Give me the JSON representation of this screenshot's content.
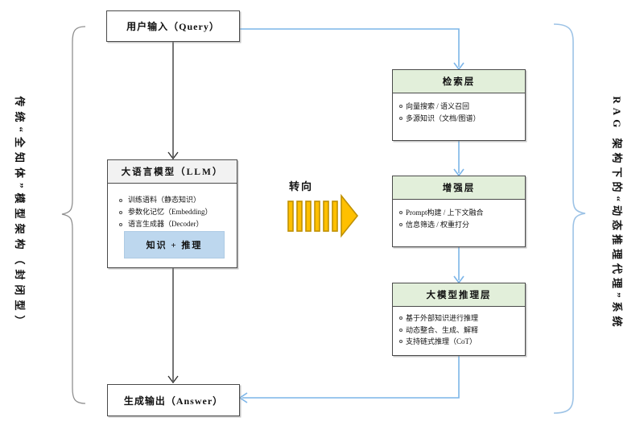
{
  "colors": {
    "box_border": "#4a4a4a",
    "black_line": "#2b2b2b",
    "blue_line": "#7cb5e8",
    "gray_header_fill": "#f2f2f2",
    "green_header_fill": "#e2efda",
    "blue_highlight_fill": "#bdd7ee",
    "gold_fill": "#ffc000",
    "gold_stroke": "#bf9000",
    "left_brace": "#8f8f8f",
    "right_brace": "#9dc3e6"
  },
  "left_label": "传统“全知体”模型架构（封闭型）",
  "right_label": "RAG 架构下的“动态推理代理”系统",
  "transition_label": "转向",
  "query_box": {
    "title": "用户输入（Query）"
  },
  "llm_box": {
    "title": "大语言模型（LLM）",
    "items": [
      "训练语料（静态知识）",
      "参数化记忆（Embedding）",
      "语言生成器（Decoder）"
    ],
    "highlight": "知识 + 推理"
  },
  "answer_box": {
    "title": "生成输出（Answer）"
  },
  "retrieval_box": {
    "title": "检索层",
    "items": [
      "向量搜索 / 语义召回",
      "多源知识（文档/图谱）"
    ]
  },
  "augment_box": {
    "title": "增强层",
    "items": [
      "Prompt构建 / 上下文融合",
      "信息筛选 / 权重打分"
    ]
  },
  "reasoning_box": {
    "title": "大模型推理层",
    "items": [
      "基于外部知识进行推理",
      "动态整合、生成、解释",
      "支持链式推理（CoT）"
    ]
  }
}
